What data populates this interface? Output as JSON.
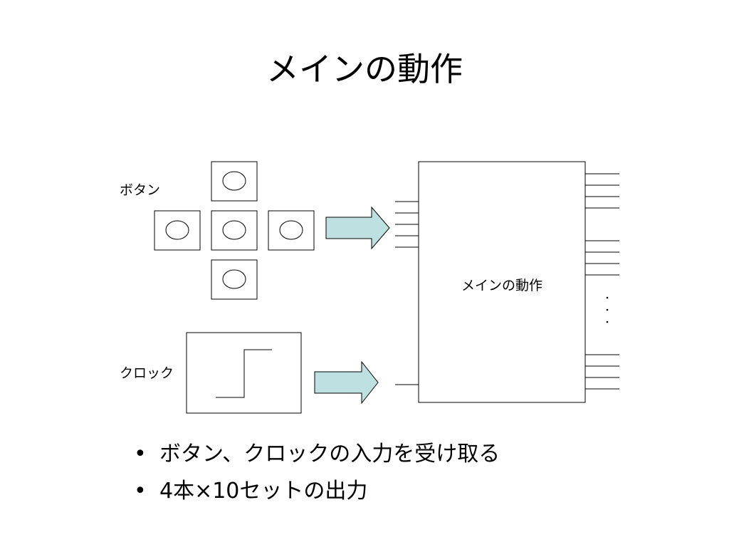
{
  "slide": {
    "title": "メインの動作"
  },
  "diagram": {
    "button_group_label": "ボタン",
    "clock_label": "クロック",
    "main_block_label": "メインの動作",
    "ellipsis": "・\n・\n・",
    "colors": {
      "arrow_fill": "#bfe0e0",
      "stroke": "#000000"
    }
  },
  "bullets": {
    "marker": "•",
    "items": [
      "ボタン、クロックの入力を受け取る",
      "4本×10セットの出力"
    ]
  }
}
